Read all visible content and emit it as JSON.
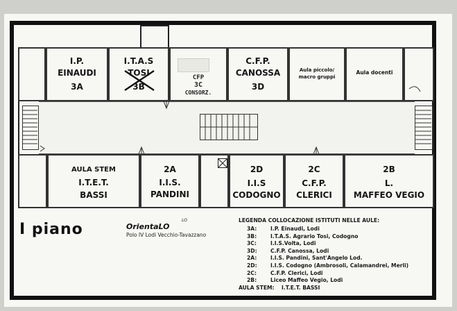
{
  "rooms_top": [
    {
      "line1": "I.P.",
      "line2": "EINAUDI",
      "code": "3A"
    },
    {
      "line1": "I.T.A.S",
      "line2": "TOSI",
      "code": "3B"
    },
    {
      "line1": "CFP",
      "line2": "3C",
      "code": "CONSORZ."
    },
    {
      "line1": "C.F.P.",
      "line2": "CANOSSA",
      "code": "3D"
    },
    {
      "line1": "Aula piccolo/",
      "line2": "macro gruppi"
    },
    {
      "line1": "Aula docenti"
    }
  ],
  "rooms_bottom": [
    {
      "line1": "AULA STEM",
      "line2": "I.T.E.T.",
      "line3": "BASSI"
    },
    {
      "code": "2A",
      "line2": "I.I.S.",
      "line3": "PANDINI"
    },
    {
      "code": "2D",
      "line2": "I.I.S",
      "line3": "CODOGNO"
    },
    {
      "code": "2C",
      "line2": "C.F.P.",
      "line3": "CLERICI"
    },
    {
      "code": "2B",
      "line2": "L.",
      "line3": "MAFFEO VEGIO"
    }
  ],
  "floor_label": "I piano",
  "brand": "OrientaLO",
  "brand_mark": "LO",
  "subtitle": "Polo IV Lodi Vecchio-Tavazzano",
  "legend": {
    "title": "LEGENDA COLLOCAZIONE ISTITUTI NELLE AULE:",
    "entries": [
      {
        "key": "3A:",
        "value": "I.P. Einaudi, Lodi"
      },
      {
        "key": "3B:",
        "value": "I.T.A.S. Agrario Tosi, Codogno"
      },
      {
        "key": "3C:",
        "value": "I.I.S.Volta, Lodi"
      },
      {
        "key": "3D:",
        "value": "C.F.P. Canossa, Lodi"
      },
      {
        "key": "2A:",
        "value": "I.I.S. Pandini, Sant'Angelo Lod."
      },
      {
        "key": "2D:",
        "value": "I.I.S. Codogno (Ambrosoli, Calamandrei, Merli)"
      },
      {
        "key": "2C:",
        "value": "C.F.P. Clerici, Lodi"
      },
      {
        "key": "2B:",
        "value": "Liceo Maffeo Vegio, Lodi"
      },
      {
        "key": "AULA STEM:",
        "value": "I.T.E.T. BASSI"
      }
    ]
  }
}
